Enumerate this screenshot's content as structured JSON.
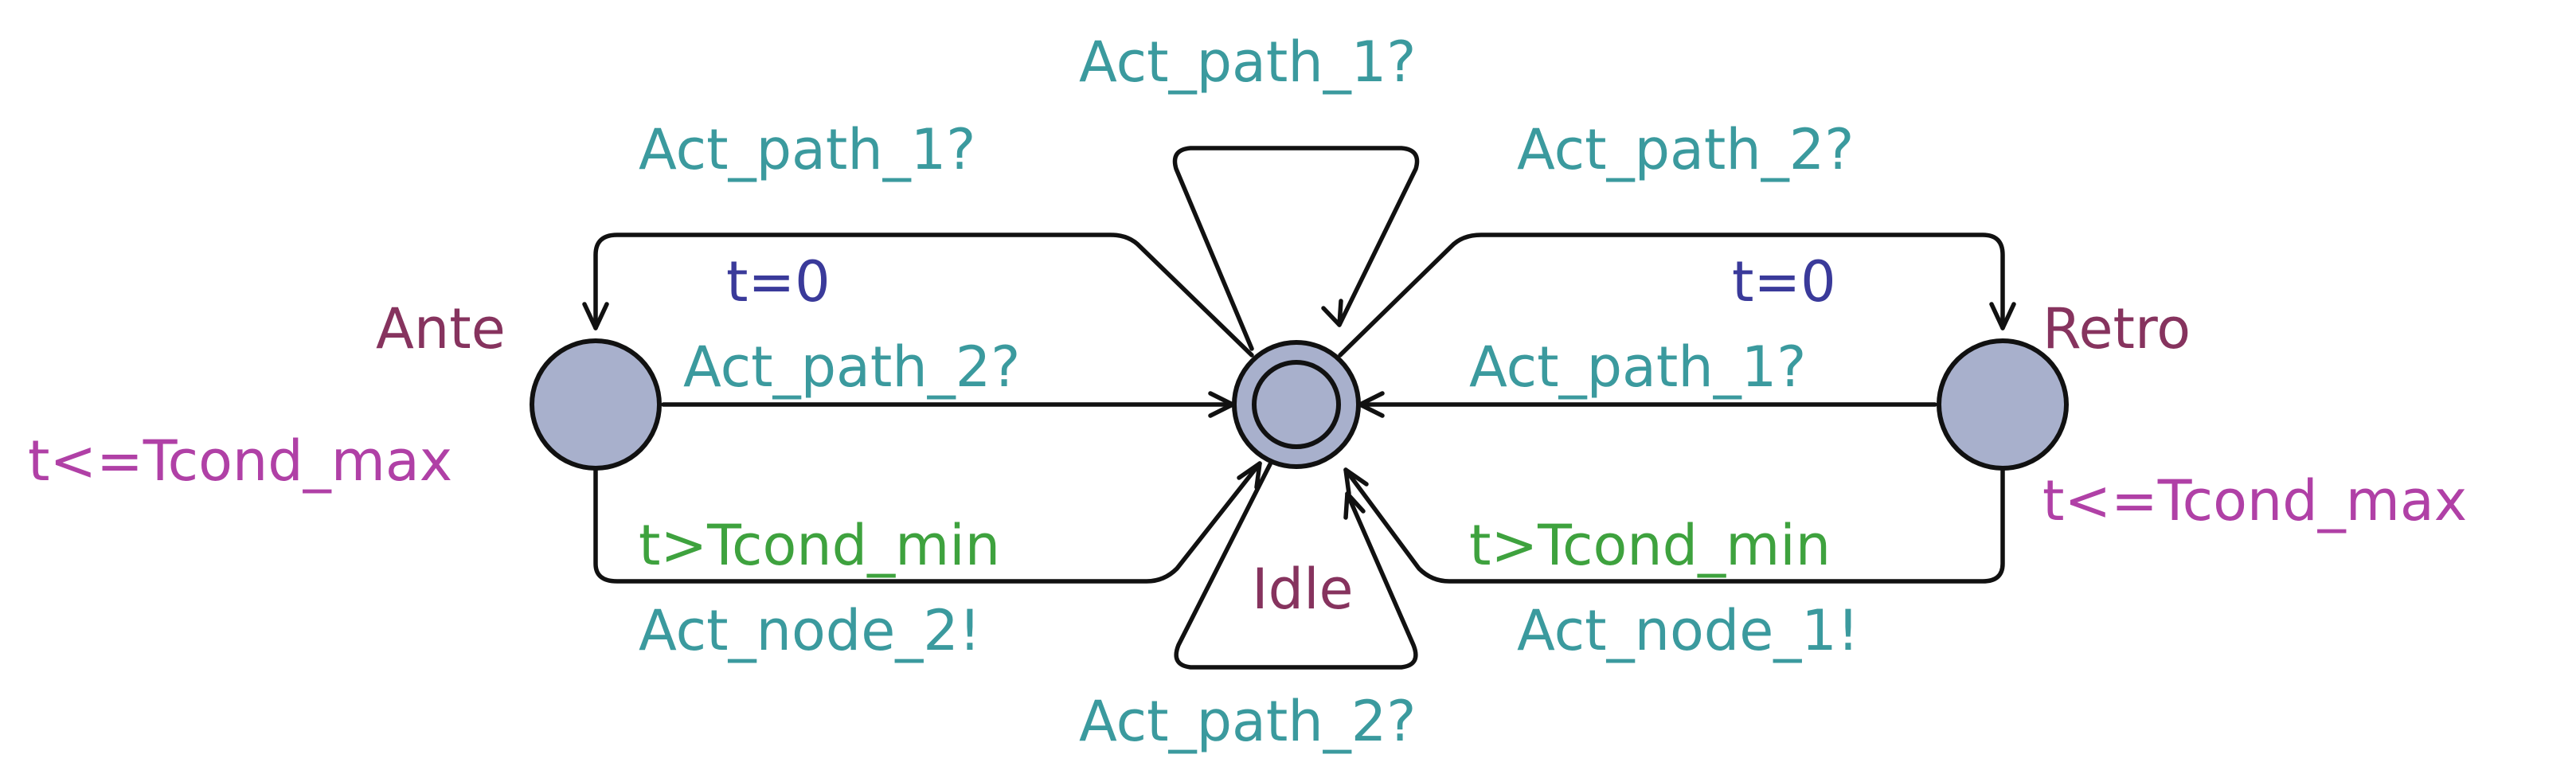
{
  "locations": {
    "ante": {
      "name": "Ante",
      "invariant": "t<=Tcond_max"
    },
    "idle": {
      "name": "Idle"
    },
    "retro": {
      "name": "Retro",
      "invariant": "t<=Tcond_max"
    }
  },
  "edges": {
    "idle_self_top": {
      "sync": "Act_path_1?"
    },
    "idle_self_bottom": {
      "sync": "Act_path_2?"
    },
    "idle_to_ante": {
      "sync": "Act_path_1?",
      "assign": "t=0"
    },
    "ante_to_idle": {
      "sync": "Act_path_2?"
    },
    "ante_return": {
      "guard": "t>Tcond_min",
      "sync": "Act_node_2!"
    },
    "idle_to_retro": {
      "sync": "Act_path_2?",
      "assign": "t=0"
    },
    "retro_to_idle": {
      "sync": "Act_path_1?"
    },
    "retro_return": {
      "guard": "t>Tcond_min",
      "sync": "Act_node_1!"
    }
  },
  "colors": {
    "location_name": "#86335e",
    "sync": "#3b9a9e",
    "assignment": "#3a3a9a",
    "guard": "#3ea23e",
    "invariant": "#b040a6",
    "location_fill": "#a8b0cc"
  }
}
